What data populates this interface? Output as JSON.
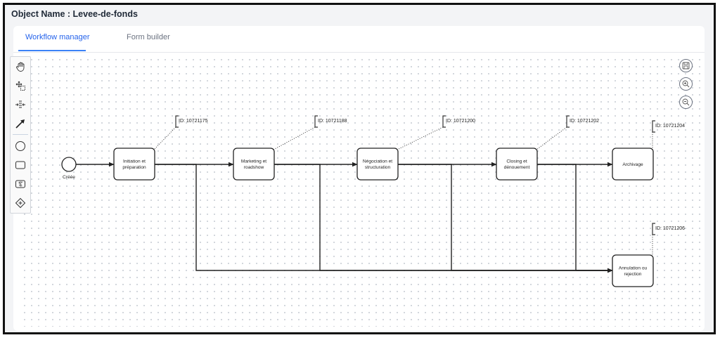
{
  "header": {
    "object_title": "Object Name : Levee-de-fonds"
  },
  "tabs": [
    {
      "label": "Workflow manager",
      "active": true
    },
    {
      "label": "Form builder",
      "active": false
    }
  ],
  "palette": {
    "tools": [
      "hand-tool-icon",
      "lasso-tool-icon",
      "space-tool-icon",
      "connect-arrow-icon"
    ],
    "shapes": [
      "start-event-icon",
      "task-icon",
      "subprocess-icon",
      "gateway-icon"
    ]
  },
  "zoom_controls": [
    "save-icon",
    "zoom-in-icon",
    "zoom-out-icon"
  ],
  "workflow": {
    "start_event": {
      "label": "Créée"
    },
    "tasks": [
      {
        "key": "t1",
        "lines": [
          "Initiation et",
          "préparation"
        ],
        "id_label": "ID: 10721175"
      },
      {
        "key": "t2",
        "lines": [
          "Marketing et",
          "roadshow"
        ],
        "id_label": "ID: 10721188"
      },
      {
        "key": "t3",
        "lines": [
          "Négociation et",
          "structuration"
        ],
        "id_label": "ID: 10721200"
      },
      {
        "key": "t4",
        "lines": [
          "Closing et",
          "dénouement"
        ],
        "id_label": "ID: 10721202"
      },
      {
        "key": "t5",
        "lines": [
          "Archivage"
        ],
        "id_label": "ID: 10721204"
      },
      {
        "key": "t6",
        "lines": [
          "Annulation ou",
          "rejection"
        ],
        "id_label": "ID: 10721206"
      }
    ],
    "flows": [
      [
        "start",
        "t1"
      ],
      [
        "t1",
        "t2"
      ],
      [
        "t2",
        "t3"
      ],
      [
        "t3",
        "t4"
      ],
      [
        "t4",
        "t5"
      ],
      [
        "t1",
        "t6"
      ],
      [
        "t2",
        "t6"
      ],
      [
        "t3",
        "t6"
      ],
      [
        "t4",
        "t6"
      ]
    ]
  }
}
